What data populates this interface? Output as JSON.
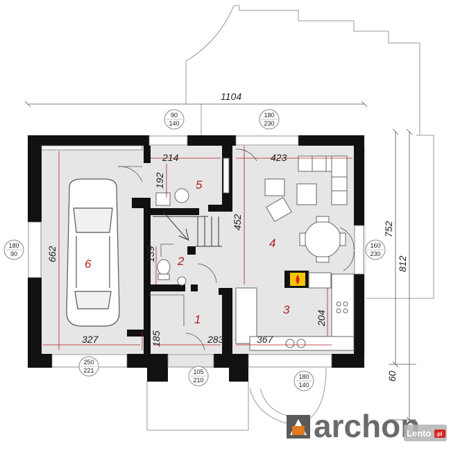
{
  "dimensions": {
    "total_width": "1104",
    "garage_height": "662",
    "garage_width": "327",
    "room5_width": "214",
    "room5_height": "192",
    "room2_height": "139",
    "hall_width": "283",
    "door_185": "185",
    "living_width": "423",
    "living_height": "452",
    "kitchen_width": "367",
    "kitchen_height": "204",
    "right_752": "752",
    "right_812": "812",
    "bottom_60": "60"
  },
  "windows": {
    "w_top_left": {
      "top": "90",
      "bottom": "140"
    },
    "w_top_mid": {
      "top": "180",
      "bottom": "230"
    },
    "w_left": {
      "top": "180",
      "bottom": "90"
    },
    "w_right": {
      "top": "160",
      "bottom": "230"
    },
    "w_garage_bottom": {
      "top": "250",
      "bottom": "221"
    },
    "w_entry": {
      "top": "105",
      "bottom": "210"
    },
    "w_kitchen_bottom": {
      "top": "180",
      "bottom": "140"
    }
  },
  "rooms": {
    "r1": "1",
    "r2": "2",
    "r3": "3",
    "r4": "4",
    "r5": "5",
    "r6": "6"
  },
  "logo": {
    "brand": "archon",
    "watermark": "Lento",
    "watermark_suffix": ".pl"
  },
  "colors": {
    "wall": "#111111",
    "floor": "#e6e6e6",
    "dimension_red": "#b01e24",
    "fireplace": "#f5c400"
  }
}
